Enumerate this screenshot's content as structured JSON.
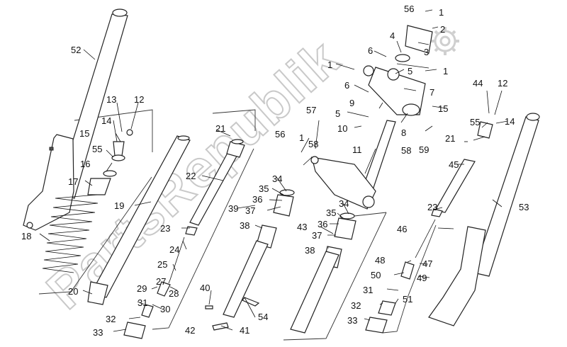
{
  "diagram": {
    "watermark_text": "PartsRepublik",
    "callouts": {
      "c1": "1",
      "c2": "2",
      "c3": "3",
      "c4": "4",
      "c5": "5",
      "c6": "6",
      "c7": "7",
      "c8": "8",
      "c9": "9",
      "c10": "10",
      "c11": "11",
      "c12": "12",
      "c13": "13",
      "c14": "14",
      "c15": "15",
      "c16": "16",
      "c17": "17",
      "c18": "18",
      "c19": "19",
      "c20": "20",
      "c21": "21",
      "c22": "22",
      "c23": "23",
      "c24": "24",
      "c25": "25",
      "c27": "27",
      "c28": "28",
      "c29": "29",
      "c30": "30",
      "c31": "31",
      "c32": "32",
      "c33": "33",
      "c34": "34",
      "c35": "35",
      "c36": "36",
      "c37": "37",
      "c38": "38",
      "c39": "39",
      "c40": "40",
      "c41": "41",
      "c42": "42",
      "c43": "43",
      "c44": "44",
      "c45": "45",
      "c46": "46",
      "c47": "47",
      "c48": "48",
      "c49": "49",
      "c50": "50",
      "c51": "51",
      "c52": "52",
      "c53": "53",
      "c54": "54",
      "c55": "55",
      "c56": "56",
      "c57": "57",
      "c58": "58",
      "c59": "59"
    }
  }
}
